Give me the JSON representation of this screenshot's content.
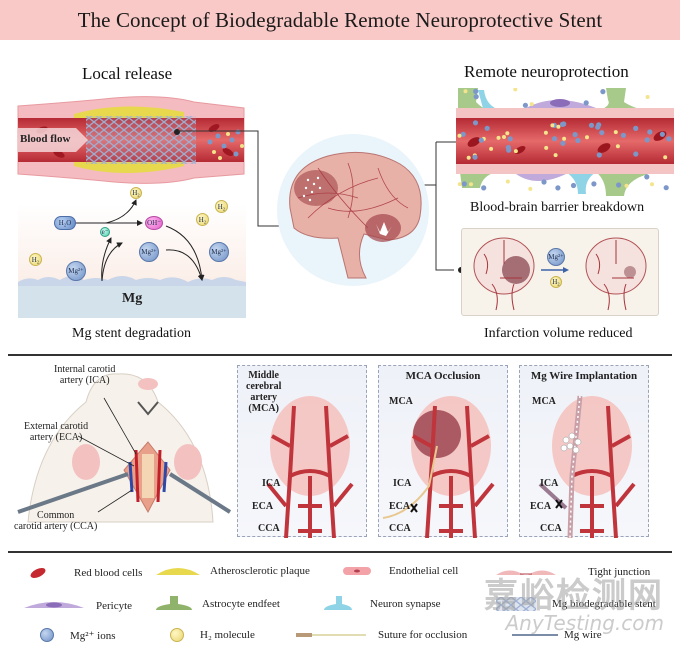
{
  "title": "The Concept of  Biodegradable Remote Neuroprotective Stent",
  "colors": {
    "title_bar": "#f8c9c6",
    "vessel_red": "#c9373f",
    "vessel_wall": "#f2b4b8",
    "plaque_yellow": "#e8d84e",
    "mg_ion_blue": "#6e90c6",
    "h2_yellow": "#e8d570",
    "oh_pink": "#e060c8",
    "brain_pink": "#e8b1a8",
    "divider": "#333333"
  },
  "top_section": {
    "local_release": {
      "heading": "Local release",
      "blood_flow_label": "Blood flow",
      "caption": "Mg stent degradation",
      "degradation": {
        "substrate_label": "Mg",
        "species": {
          "h2o": "H₂O",
          "oh": "OH⁻",
          "electron": "e⁻",
          "mg_ion": "Mg²⁺",
          "h2": "H₂"
        }
      }
    },
    "remote_neuroprotection": {
      "heading": "Remote neuroprotection",
      "bbb_caption": "Blood-brain barrier breakdown",
      "infarct_caption": "Infarction volume reduced",
      "arrow_species": {
        "mg_ion": "Mg²⁺",
        "h2": "H₂"
      }
    }
  },
  "model_section": {
    "rat_labels": {
      "ica": "Internal carotid artery (ICA)",
      "ica_line1": "Internal carotid",
      "ica_line2": "artery (ICA)",
      "eca_line1": "External carotid",
      "eca_line2": "artery (ECA)",
      "cca_line1": "Common",
      "cca_line2": "carotid artery (CCA)"
    },
    "panels": [
      {
        "title": "",
        "mca_line1": "Middle",
        "mca_line2": "cerebral",
        "mca_line3": "artery",
        "mca_line4": "(MCA)",
        "ica": "ICA",
        "eca": "ECA",
        "cca": "CCA"
      },
      {
        "title": "MCA Occlusion",
        "mca": "MCA",
        "ica": "ICA",
        "eca": "ECA",
        "cca": "CCA"
      },
      {
        "title": "Mg Wire Implantation",
        "mca": "MCA",
        "ica": "ICA",
        "eca": "ECA",
        "cca": "CCA"
      }
    ]
  },
  "legend": [
    {
      "icon": "red-blood-cell",
      "label": "Red blood cells"
    },
    {
      "icon": "atherosclerotic-plaque",
      "label": "Atherosclerotic plaque"
    },
    {
      "icon": "endothelial-cell",
      "label": "Endothelial cell"
    },
    {
      "icon": "tight-junction",
      "label": "Tight junction"
    },
    {
      "icon": "pericyte",
      "label": "Pericyte"
    },
    {
      "icon": "astrocyte-endfeet",
      "label": "Astrocyte endfeet"
    },
    {
      "icon": "neuron-synapse",
      "label": "Neuron synapse"
    },
    {
      "icon": "mg-stent",
      "label": "Mg biodegradable stent"
    },
    {
      "icon": "mg-ion",
      "label": "Mg²⁺ ions"
    },
    {
      "icon": "h2-molecule",
      "label": "H₂ molecule"
    },
    {
      "icon": "suture",
      "label": "Suture for occlusion"
    },
    {
      "icon": "mg-wire",
      "label": "Mg wire"
    }
  ],
  "watermark": {
    "chinese": "嘉峪检测网",
    "english": "AnyTesting.com"
  }
}
